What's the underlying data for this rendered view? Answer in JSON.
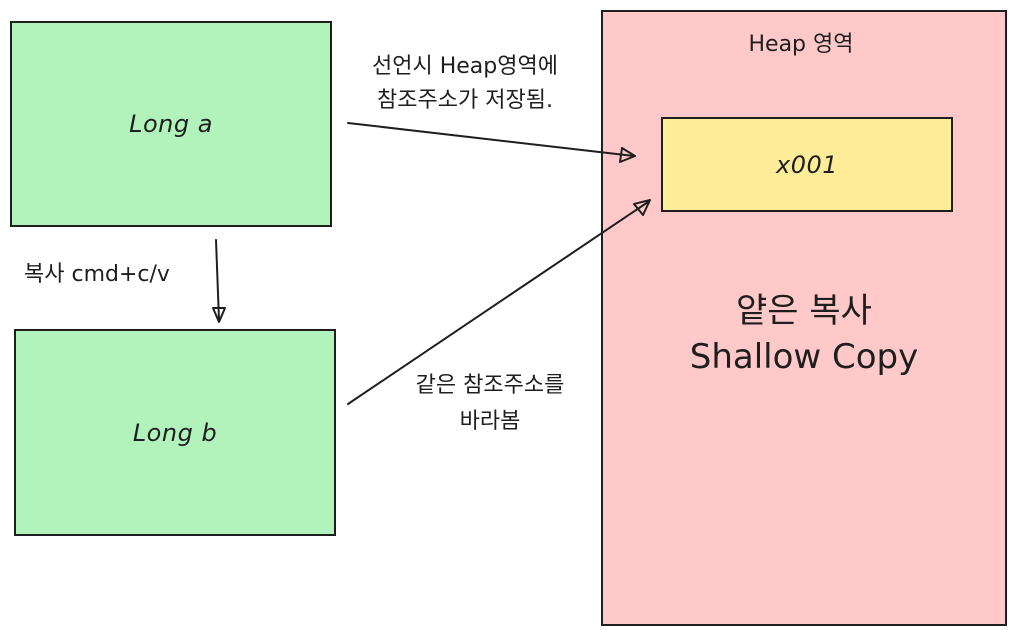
{
  "variables": {
    "a_label": "Long a",
    "b_label": "Long b"
  },
  "heap": {
    "title": "Heap 영역",
    "cell_value": "x001",
    "caption_line1": "얕은 복사",
    "caption_line2": "Shallow Copy"
  },
  "notes": {
    "declare_line1": "선언시 Heap영역에",
    "declare_line2": "참조주소가 저장됨.",
    "copy": "복사 cmd+c/v",
    "same_ref_line1": "같은 참조주소를",
    "same_ref_line2": "바라봄"
  },
  "colors": {
    "variable_fill": "#b2f2bb",
    "heap_fill": "#ffc9c9",
    "cell_fill": "#ffec99",
    "stroke": "#1e1e1e"
  }
}
